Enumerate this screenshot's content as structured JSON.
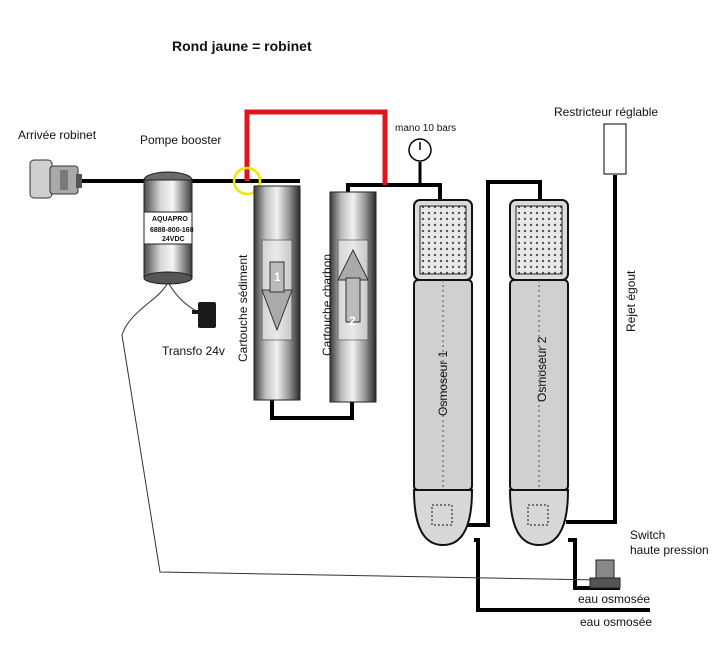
{
  "title": "Rond jaune = robinet",
  "labels": {
    "arrivee": "Arrivée robinet",
    "pompe": "Pompe booster",
    "transfo": "Transfo 24v",
    "mano": "mano 10 bars",
    "restricteur": "Restricteur réglable",
    "rejet": "Rejet égout",
    "switch_line1": "Switch",
    "switch_line2": "haute pression",
    "eau1": "eau osmosée",
    "eau2": "eau osmosée",
    "cartouche_sed": "Cartouche sédiment",
    "cartouche_charbon": "Cartouche charbon",
    "osmoseur1": "Osmoseur 1",
    "osmoseur2": "Osmoseur 2"
  },
  "pump_badge": {
    "brand": "AQUAPRO",
    "model": "6888-800-168",
    "voltage": "24VDC"
  },
  "cartridge_numbers": {
    "sediment": "1",
    "charbon": "2"
  },
  "colors": {
    "pipe": "#000000",
    "red_pipe": "#e0141c",
    "valve_ring": "#f2e600"
  }
}
